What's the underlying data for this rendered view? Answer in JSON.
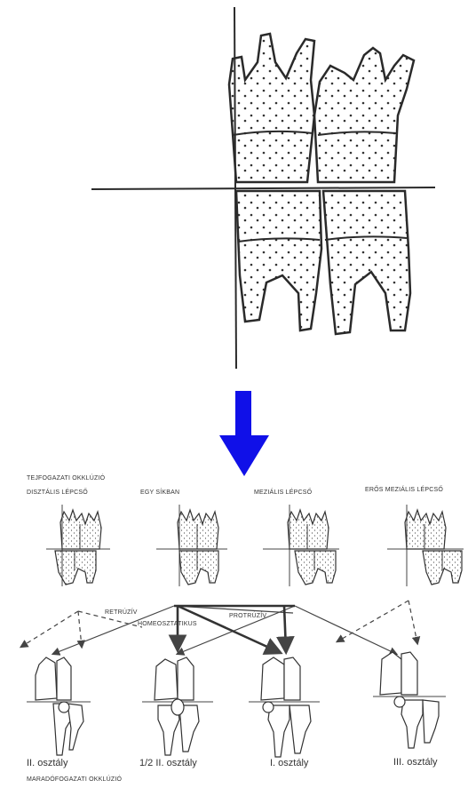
{
  "sections": {
    "top": "TEJFOGAZATI OKKLÚZIÓ",
    "bottom": "MARADÓFOGAZATI OKKLÚZIÓ"
  },
  "primary_types": [
    {
      "label": "DISZTÁLIS LÉPCSŐ"
    },
    {
      "label": "EGY SÍKBAN"
    },
    {
      "label": "MEZIÁLIS LÉPCSŐ"
    },
    {
      "label": "ERŐS MEZIÁLIS LÉPCSŐ"
    }
  ],
  "paths": {
    "retruziv": "RETRÚZÍV",
    "homeosztatikus": "HOMEOSZTATIKUS",
    "protruziv": "PROTRÚZÍV"
  },
  "classes": [
    {
      "label": "II. osztály"
    },
    {
      "label": "1/2 II. osztály"
    },
    {
      "label": "I. osztály"
    },
    {
      "label": "III. osztály"
    }
  ],
  "colors": {
    "arrow": "#1010e8",
    "ink": "#2a2a2a",
    "bg": "#ffffff"
  }
}
